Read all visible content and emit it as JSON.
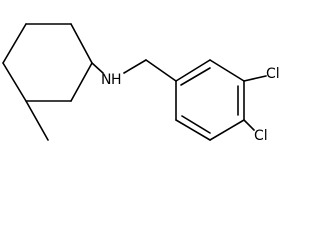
{
  "molecule": {
    "atoms": {
      "nitrogen": "N",
      "hydrogen": "H",
      "chlorine_top": "Cl",
      "chlorine_bottom": "Cl"
    }
  },
  "colors": {
    "background": "#ffffff",
    "ink": "#000000"
  }
}
